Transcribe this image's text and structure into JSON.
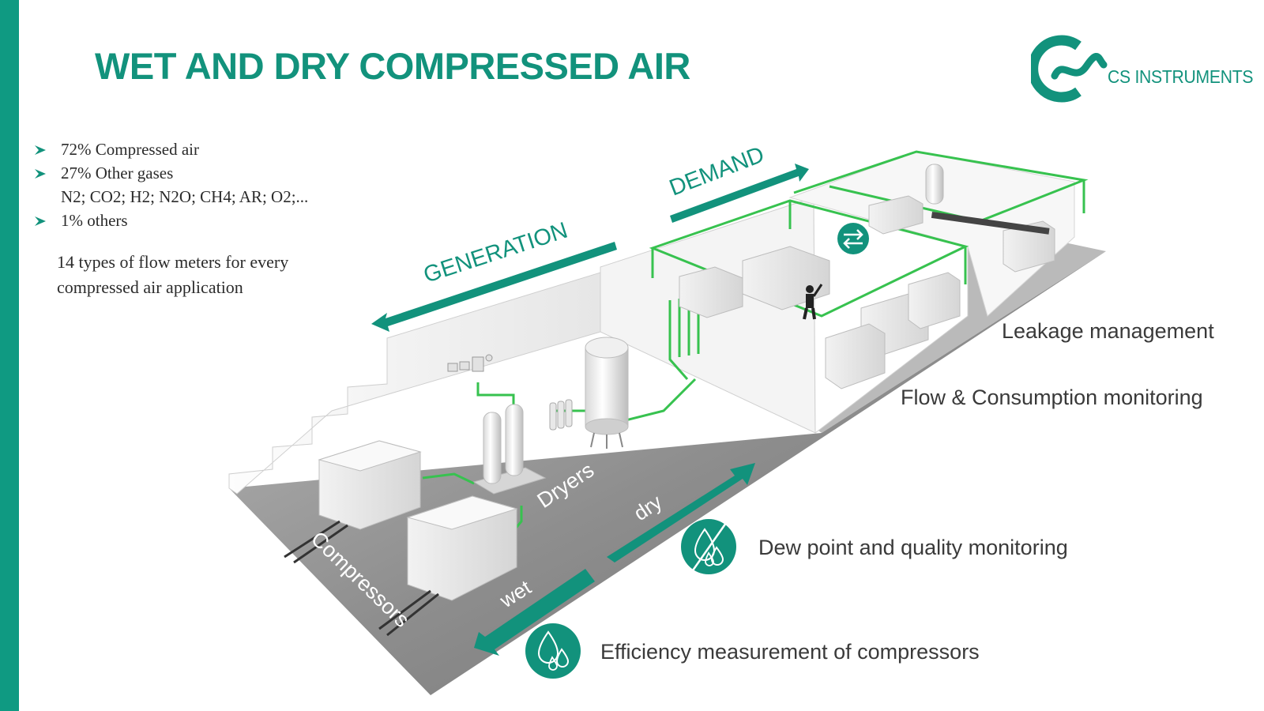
{
  "title": "WET AND DRY COMPRESSED AIR",
  "brand": {
    "name": "CS INSTRUMENTS",
    "color": "#12927c"
  },
  "colors": {
    "accent": "#0f9a82",
    "pipe": "#37c24f",
    "text": "#2b2b2b"
  },
  "bullets": [
    {
      "text": "72% Compressed air"
    },
    {
      "text": "27% Other gases",
      "sub": "N2; CO2; H2; N2O; CH4; AR; O2;..."
    },
    {
      "text": "1% others"
    }
  ],
  "note": "14 types of flow meters for every compressed air application",
  "arrows": {
    "generation": "GENERATION",
    "demand": "DEMAND",
    "wet": "wet",
    "dry": "dry"
  },
  "areas": {
    "compressors": "Compressors",
    "dryers": "Dryers"
  },
  "features": {
    "leakage": "Leakage management",
    "flow": "Flow & Consumption monitoring",
    "dewpoint": "Dew point and quality monitoring",
    "efficiency": "Efficiency measurement of compressors"
  },
  "icons": {
    "dewpoint": "droplets-crossed-icon",
    "efficiency": "droplets-icon",
    "exchange": "swap-arrows-icon"
  }
}
